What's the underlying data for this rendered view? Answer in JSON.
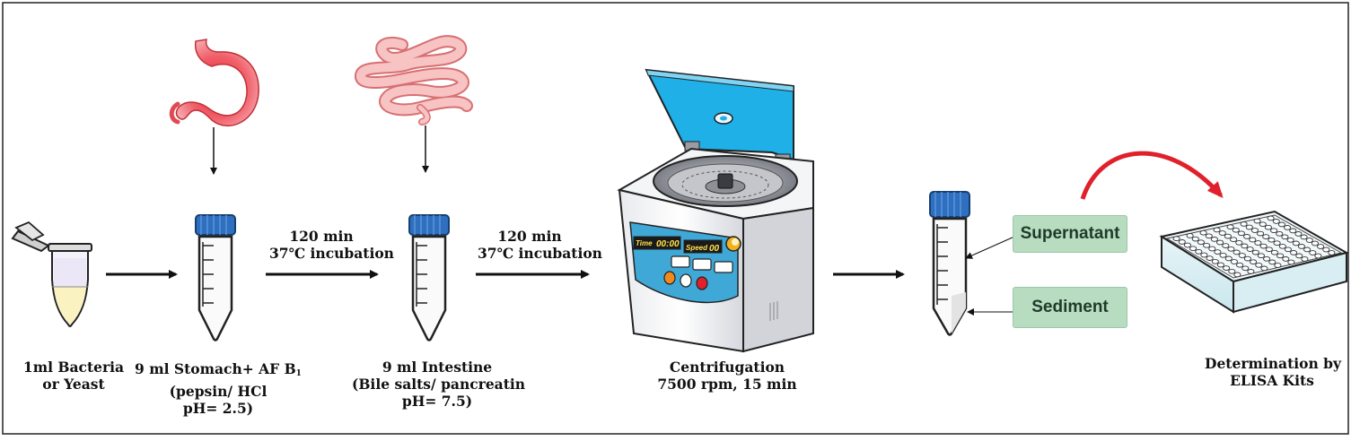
{
  "steps": {
    "sample": {
      "line1": "1ml Bacteria",
      "line2": "or Yeast"
    },
    "stomach": {
      "line1_prefix": "9 ml Stomach+ AF B",
      "line1_sub": "1",
      "line2": "(pepsin/ HCl",
      "line3": "pH= 2.5)"
    },
    "intestine": {
      "line1": "9 ml Intestine",
      "line2": "(Bile salts/ pancreatin",
      "line3": "pH= 7.5)"
    },
    "centrifuge": {
      "line1": "Centrifugation",
      "line2": "7500 rpm, 15 min"
    },
    "elisa": {
      "line1": "Determination by",
      "line2": "ELISA Kits"
    }
  },
  "incubation_1": {
    "line1": "120 min",
    "line2": "37℃ incubation"
  },
  "incubation_2": {
    "line1": "120 min",
    "line2": "37℃ incubation"
  },
  "fractions": {
    "supernatant": "Supernatant",
    "sediment": "Sediment"
  },
  "centrifuge_panel": {
    "time_label": "Time",
    "time_value": "00:00",
    "speed_label": "Speed",
    "speed_value": "00"
  },
  "colors": {
    "tube_cap": "#2f6fc0",
    "lid": "#1fb0e8",
    "fraction_box": "#b8dcc0",
    "stomach": "#e8323a",
    "intestine": "#f4b4b4",
    "elisa_arrow": "#e0202a",
    "sample_liquid": "#fbf2c2"
  }
}
